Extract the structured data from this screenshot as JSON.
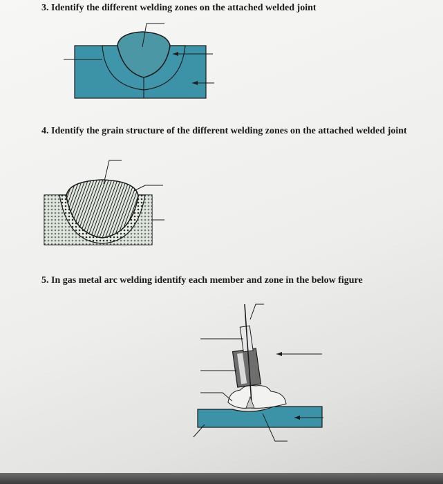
{
  "questions": [
    {
      "number": "3.",
      "text": "Identify the different welding zones on the attached welded joint"
    },
    {
      "number": "4.",
      "text": "Identify the grain structure of the different welding zones on the attached welded joint"
    },
    {
      "number": "5.",
      "text": "In gas metal arc welding identify each member and zone in the below figure"
    }
  ],
  "colors": {
    "plate": "#3c93a8",
    "weld": "#4b97a5",
    "line": "#1c1c1c",
    "page": "#f1f1ef"
  }
}
